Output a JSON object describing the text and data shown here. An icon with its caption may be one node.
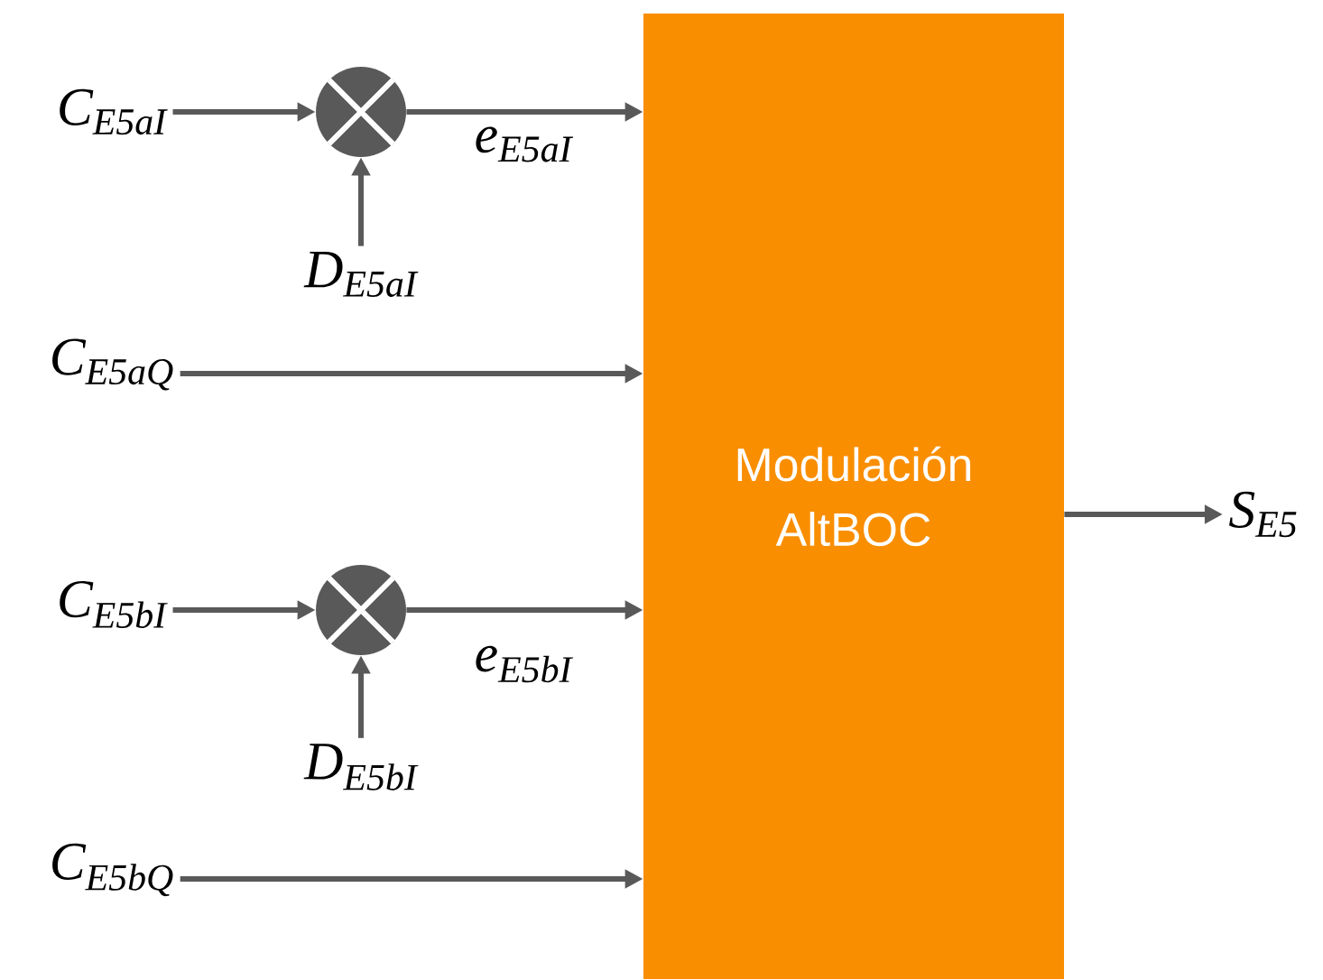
{
  "diagram": {
    "nodes": [
      {
        "text": [
          "C$_{E5aI}$"
        ]
      },
      {
        "text": [],
        "shape": "circle"
      },
      {
        "text": [
          "D$_{E5aI}$"
        ]
      },
      {
        "text": [
          "C$_{E5aQ}$"
        ]
      },
      {
        "text": [
          "C$_{E5bI}$"
        ]
      },
      {
        "text": [],
        "shape": "circle"
      },
      {
        "text": [
          "D$_{E5bI}$"
        ]
      },
      {
        "text": [
          "C$_{E5bQ}$"
        ]
      },
      {
        "text": [
          "Modulación AltBOC"
        ]
      },
      {
        "text": [
          "S$_{E5}$"
        ]
      }
    ],
    "edges": [
      {
        "from": 0,
        "to": 1,
        "arrow": "to"
      },
      {
        "from": 2,
        "to": 1,
        "arrow": "to"
      },
      {
        "from": 1,
        "to": 8,
        "arrow": "to",
        "label": "e$_{E5aI}$"
      },
      {
        "from": 3,
        "to": 8,
        "arrow": "to"
      },
      {
        "from": 4,
        "to": 5,
        "arrow": "to"
      },
      {
        "from": 6,
        "to": 5,
        "arrow": "to"
      },
      {
        "from": 5,
        "to": 8,
        "arrow": "to",
        "label": "e$_{E5bI}$"
      },
      {
        "from": 7,
        "to": 8,
        "arrow": "to"
      },
      {
        "from": 8,
        "to": 9,
        "arrow": "to"
      }
    ]
  }
}
